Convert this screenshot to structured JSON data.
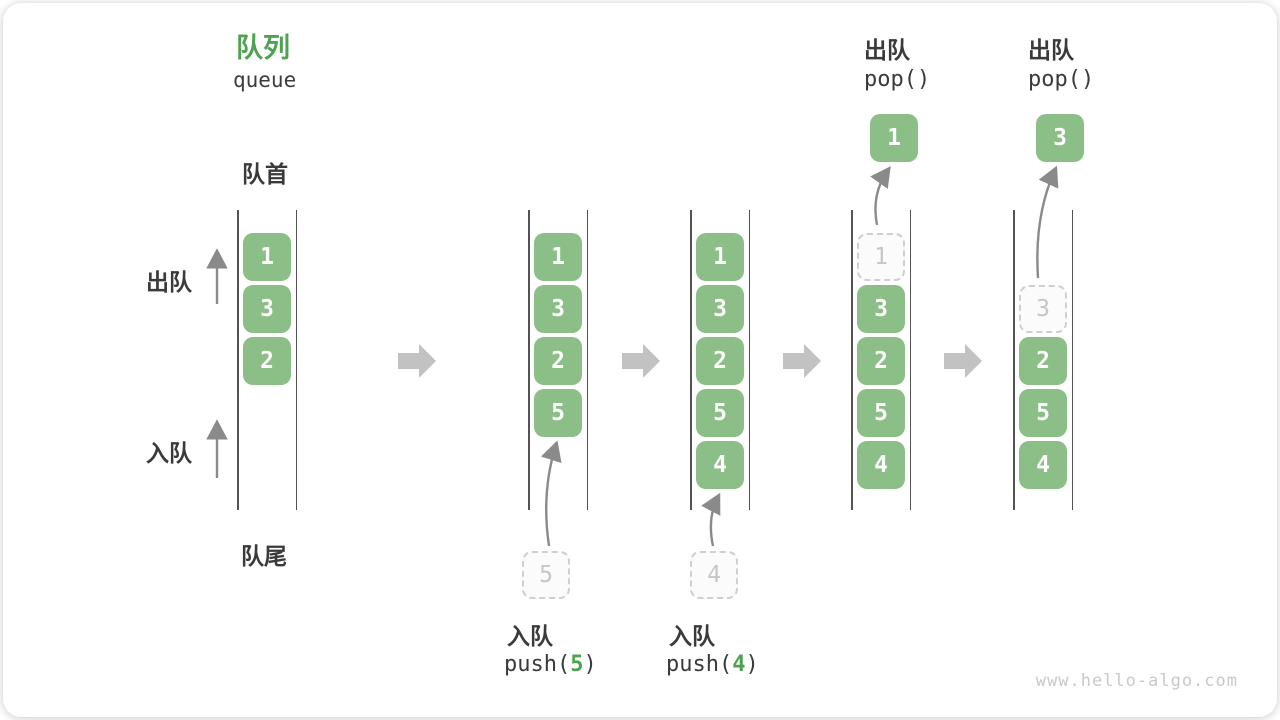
{
  "title": {
    "zh": "队列",
    "en": "queue"
  },
  "side_labels": {
    "front": "队首",
    "rear": "队尾",
    "dequeue": "出队",
    "enqueue": "入队"
  },
  "watermark": "www.hello-algo.com",
  "colors": {
    "accent_green": "#4DA351",
    "cell_green": "#8CBE88",
    "cell_text": "#FFFFFF",
    "dashed_border": "#CFCFCF",
    "dashed_text": "#C6C6C6",
    "text_dark": "#3A3A3A",
    "wall_line": "#535353",
    "thin_arrow": "#8A8A8A",
    "block_arrow": "#C2C2C2",
    "watermark_gray": "#C9C9C9"
  },
  "states": [
    {
      "cells": [
        {
          "value": "1",
          "style": "solid"
        },
        {
          "value": "3",
          "style": "solid"
        },
        {
          "value": "2",
          "style": "solid"
        }
      ],
      "op": null
    },
    {
      "cells": [
        {
          "value": "1",
          "style": "solid"
        },
        {
          "value": "3",
          "style": "solid"
        },
        {
          "value": "2",
          "style": "solid"
        },
        {
          "value": "5",
          "style": "solid"
        }
      ],
      "op": {
        "type": "push",
        "label_zh": "入队",
        "code_pre": "push(",
        "code_arg": "5",
        "code_post": ")",
        "staged_value": "5"
      }
    },
    {
      "cells": [
        {
          "value": "1",
          "style": "solid"
        },
        {
          "value": "3",
          "style": "solid"
        },
        {
          "value": "2",
          "style": "solid"
        },
        {
          "value": "5",
          "style": "solid"
        },
        {
          "value": "4",
          "style": "solid"
        }
      ],
      "op": {
        "type": "push",
        "label_zh": "入队",
        "code_pre": "push(",
        "code_arg": "4",
        "code_post": ")",
        "staged_value": "4"
      }
    },
    {
      "cells": [
        {
          "value": "1",
          "style": "dashed"
        },
        {
          "value": "3",
          "style": "solid"
        },
        {
          "value": "2",
          "style": "solid"
        },
        {
          "value": "5",
          "style": "solid"
        },
        {
          "value": "4",
          "style": "solid"
        }
      ],
      "op": {
        "type": "pop",
        "label_zh": "出队",
        "code": "pop()",
        "popped_value": "1"
      }
    },
    {
      "cells": [
        {
          "value": "",
          "style": "empty"
        },
        {
          "value": "3",
          "style": "dashed"
        },
        {
          "value": "2",
          "style": "solid"
        },
        {
          "value": "5",
          "style": "solid"
        },
        {
          "value": "4",
          "style": "solid"
        }
      ],
      "op": {
        "type": "pop",
        "label_zh": "出队",
        "code": "pop()",
        "popped_value": "3"
      }
    }
  ]
}
